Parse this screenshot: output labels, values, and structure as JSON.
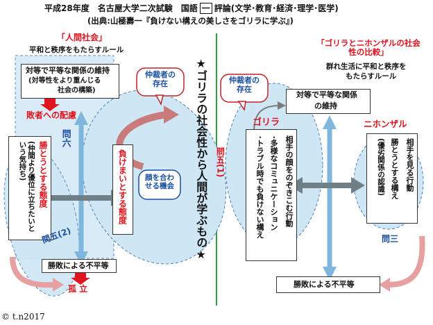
{
  "header": {
    "title_line1": "平成28年度　名古屋大学二次試験　国語",
    "title_mark": "一",
    "title_line1_tail": "評論(文学･教育･経済･理学･医学)",
    "title_line2": "(出典:山極壽一『負けない構えの美しさをゴリラに学ぶ』)"
  },
  "left": {
    "label": "「人間社会」",
    "subtitle": "平和と秩序をもたらすルール",
    "box1_line1": "対等で平等な関係の維持",
    "box1_line2": "(対等性をより重んじる",
    "box1_line3": "社会の構築)",
    "defeated": "敗者への配慮",
    "mondai6": "問六",
    "vert_red": "勝とうとする態度",
    "vert_black": "(仲間より優位に立ちたいという気持ち)",
    "mondai5_2": "問五(2)",
    "bottom_box": "勝敗による不平等",
    "isolation": "孤 立"
  },
  "center": {
    "mediator": "仲裁者の存在",
    "vert_main": "負けまいとする態度",
    "face_box": "顔を合わせる機会",
    "vertical_title": "★ゴリラの社会性から人間が学ぶもの★",
    "mondai5_1": "問五(1)"
  },
  "right": {
    "label": "「ゴリラとニホンザルの社会性の比較」",
    "subtitle1": "群れ生活に平和と秩序を",
    "subtitle2": "もたらすルール",
    "mediator": "仲裁者の存在",
    "box_top_line1": "対等で平等な関係",
    "box_top_line2": "の維持",
    "gorilla": "ゴリラ",
    "gorilla_col1": "相手の顔をのぞきこむ行動",
    "gorilla_col2": "･多様なコミュニケーション",
    "gorilla_col3": "･トラブル時でも負けない構え",
    "monkey": "ニホンザル",
    "monkey_col1": "相手を見る行動",
    "monkey_col2": "勝とうとする構え",
    "monkey_col3": "(優劣関係の認識)",
    "mondai3": "問三",
    "bottom_box": "勝敗による不平等"
  },
  "footer": {
    "copyright": "© t.n2017"
  },
  "colors": {
    "red": "#e0141e",
    "blue_text": "#1a4fa0",
    "light_blue": "#cfe6f5",
    "arrow_blue": "#7fb6de",
    "arrow_gray": "#6f7f86",
    "green_line": "#2ea043"
  }
}
